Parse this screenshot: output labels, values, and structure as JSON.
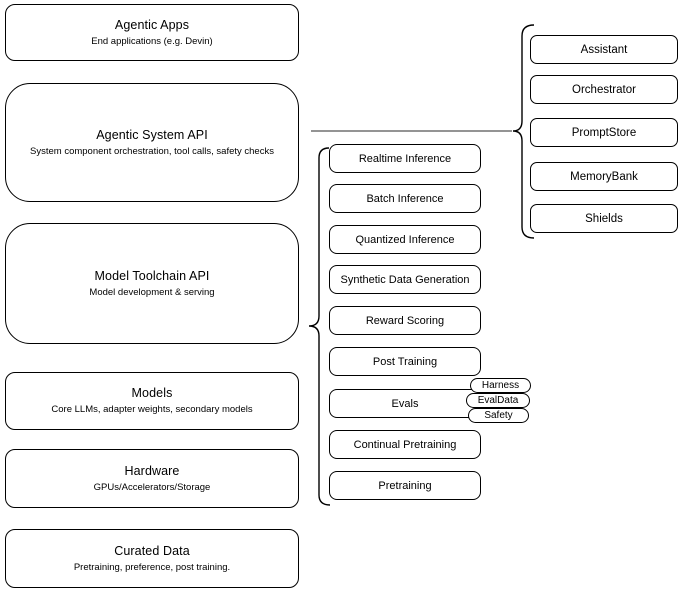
{
  "diagram": {
    "left_stack": [
      {
        "title": "Agentic Apps",
        "subtitle": "End applications (e.g. Devin)"
      },
      {
        "title": "Agentic System API",
        "subtitle": "System component orchestration, tool calls, safety checks"
      },
      {
        "title": "Model Toolchain API",
        "subtitle": "Model development & serving"
      },
      {
        "title": "Models",
        "subtitle": "Core LLMs, adapter weights, secondary models"
      },
      {
        "title": "Hardware",
        "subtitle": "GPUs/Accelerators/Storage"
      },
      {
        "title": "Curated Data",
        "subtitle": "Pretraining, preference, post training."
      }
    ],
    "toolchain_stack": [
      "Realtime Inference",
      "Batch Inference",
      "Quantized Inference",
      "Synthetic Data Generation",
      "Reward Scoring",
      "Post Training",
      "Evals",
      "Continual Pretraining",
      "Pretraining"
    ],
    "eval_tags": [
      "Harness",
      "EvalData",
      "Safety"
    ],
    "system_stack": [
      "Assistant",
      "Orchestrator",
      "PromptStore",
      "MemoryBank",
      "Shields"
    ],
    "colors": {
      "stroke": "#000000",
      "fill": "#ffffff",
      "text": "#000000",
      "connector": "#555555",
      "background": "#ffffff"
    }
  }
}
